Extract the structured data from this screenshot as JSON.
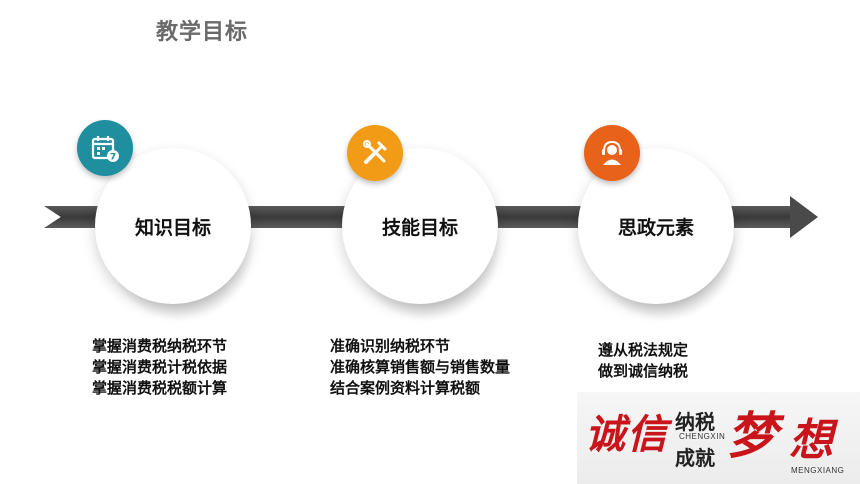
{
  "page_title": "教学目标",
  "nodes": [
    {
      "label": "知识目标",
      "badge_color": "#1f8fa0",
      "icon": "calendar-icon",
      "items": [
        "掌握消费税纳税环节",
        "掌握消费税计税依据",
        "掌握消费税税额计算"
      ]
    },
    {
      "label": "技能目标",
      "badge_color": "#f29b16",
      "icon": "tools-icon",
      "items": [
        "准确识别纳税环节",
        "准确核算销售额与销售数量",
        "结合案例资料计算税额"
      ]
    },
    {
      "label": "思政元素",
      "badge_color": "#e8621a",
      "icon": "headset-icon",
      "items": [
        "遵从税法规定",
        "做到诚信纳税"
      ]
    }
  ],
  "slogan": {
    "chars": [
      "诚",
      "信",
      "梦",
      "想"
    ],
    "middle_top": "纳税",
    "middle_bottom": "成就",
    "pinyin_1": "CHENGXIN",
    "pinyin_2": "MENGXIANG",
    "accent_color": "#c8141a"
  }
}
